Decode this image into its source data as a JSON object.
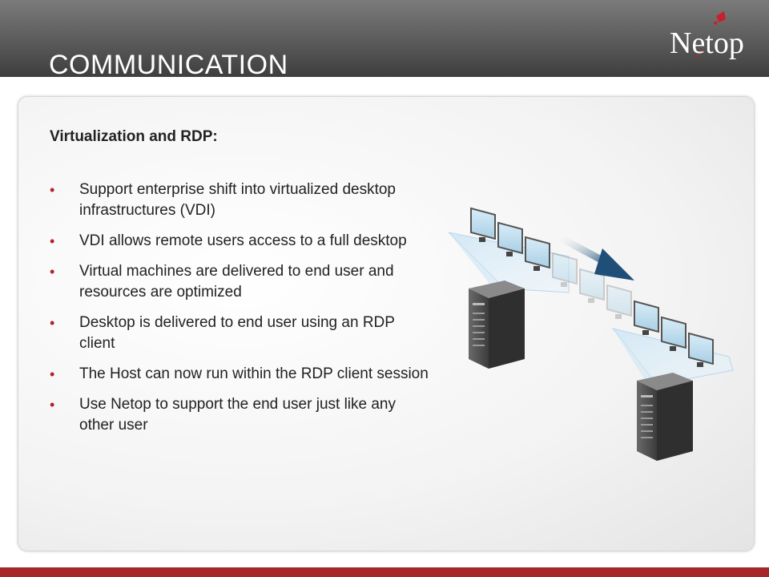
{
  "header": {
    "title": "COMMUNICATION",
    "logo_text": "Netop"
  },
  "content": {
    "subtitle": "Virtualization and RDP:",
    "bullets": [
      "Support enterprise shift into virtualized desktop infrastructures (VDI)",
      "VDI allows remote users access to a full desktop",
      "Virtual machines are delivered to end user and resources are optimized",
      "Desktop is delivered to end user using an RDP client",
      "The Host can now run within the RDP client session",
      "Use Netop to support the end user just like any other user"
    ],
    "bullet_symbol": "•"
  },
  "colors": {
    "accent": "#b3202a",
    "footer": "#a6262c",
    "header_top": "#7b7b7b",
    "header_bottom": "#3e3e3e",
    "arrow": "#1f4e79"
  },
  "icons": [
    "netop-logo-icon",
    "server-icon",
    "monitor-icon",
    "arrow-icon"
  ]
}
